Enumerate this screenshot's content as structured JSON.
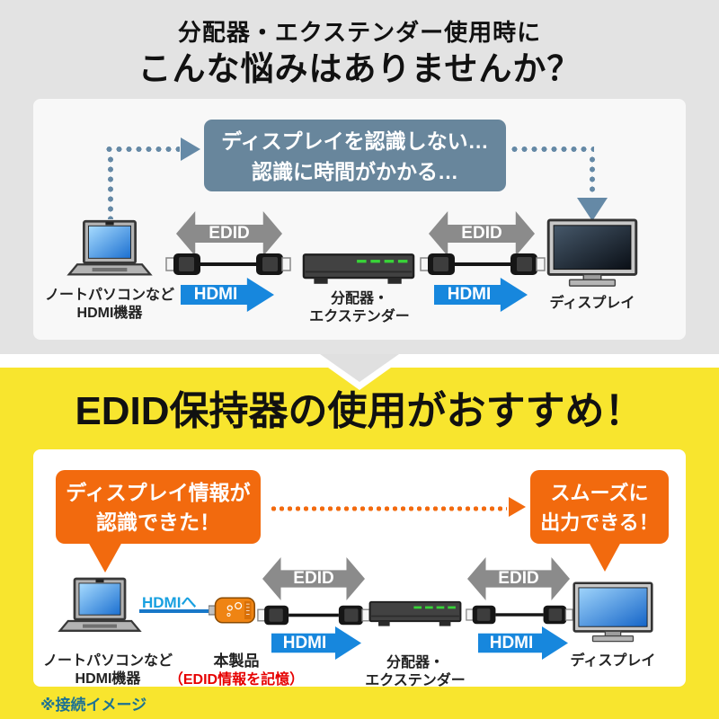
{
  "top": {
    "title_line1": "分配器・エクステンダー使用時に",
    "title_line2": "こんな悩みはありませんか？",
    "problem_bubble": {
      "line1": "ディスプレイを認識しない…",
      "line2": "認識に時間がかかる…"
    },
    "source": {
      "line1": "ノートパソコンなど",
      "line2": "HDMI機器"
    },
    "splitter": {
      "line1": "分配器・",
      "line2": "エクステンダー"
    },
    "display_label": "ディスプレイ",
    "edid_label": "EDID",
    "hdmi_label": "HDMI"
  },
  "bottom": {
    "title": "EDID保持器の使用がおすすめ！",
    "recognized_bubble": {
      "line1": "ディスプレイ情報が",
      "line2": "認識できた！"
    },
    "smooth_bubble": {
      "line1": "スムーズに",
      "line2": "出力できる！"
    },
    "source": {
      "line1": "ノートパソコンなど",
      "line2": "HDMI機器"
    },
    "hdmi_to_label": "HDMIへ",
    "product": {
      "label": "本製品",
      "note": "（EDID情報を記憶）"
    },
    "splitter": {
      "line1": "分配器・",
      "line2": "エクステンダー"
    },
    "display_label": "ディスプレイ",
    "edid_label": "EDID",
    "hdmi_label": "HDMI",
    "footnote": "※接続イメージ"
  },
  "colors": {
    "top_background": "#e3e3e3",
    "panel_gray": "#f8f8f8",
    "slate_blue": "#68869c",
    "edid_gray": "#8b8b8b",
    "hdmi_blue": "#1787dd",
    "highlight_yellow": "#f8e52e",
    "accent_orange": "#f26a0e",
    "note_red": "#e60000",
    "footnote_blue": "#1c7193",
    "led_green": "#38d438"
  }
}
